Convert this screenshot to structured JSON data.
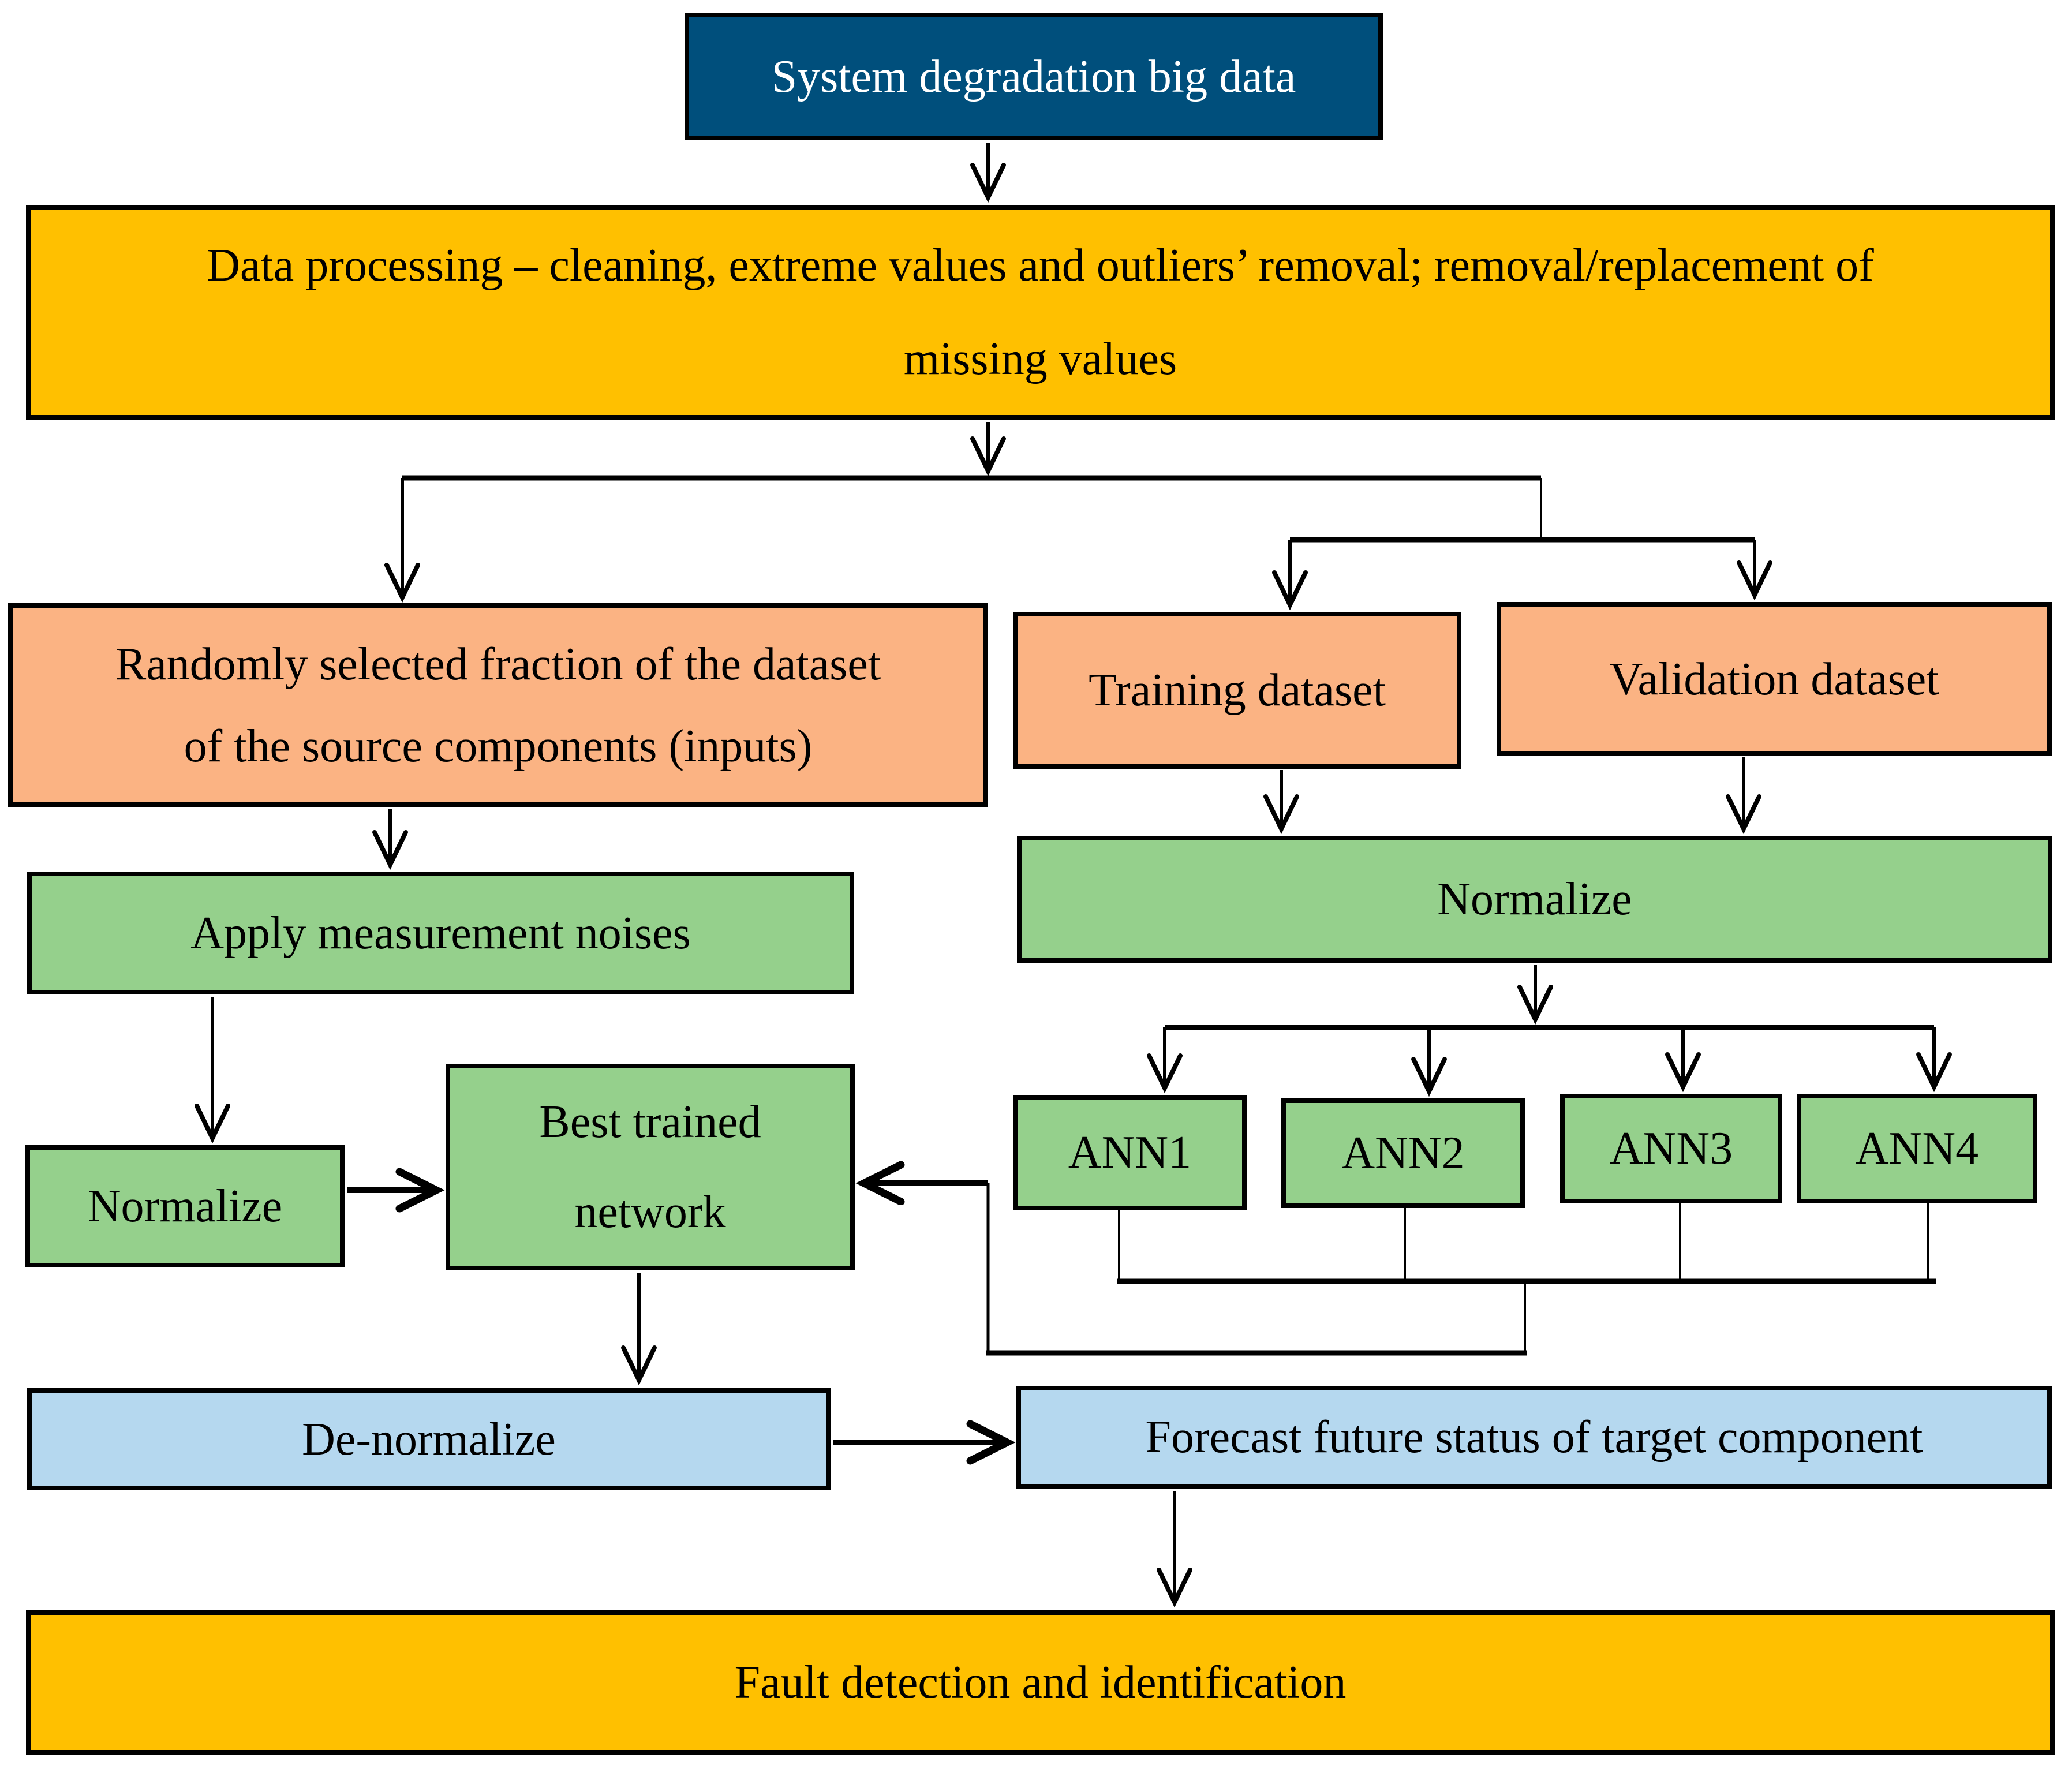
{
  "figure": {
    "type": "flowchart",
    "description": "ANN-based system degradation forecasting and fault detection workflow"
  },
  "colors": {
    "dark_blue": "#004F7C",
    "yellow": "#FFC000",
    "orange": "#FBB383",
    "green": "#95D08C",
    "light_blue": "#B5D8EF",
    "border": "#000000"
  },
  "nodes": {
    "system_degradation": {
      "label": "System degradation big data"
    },
    "data_processing": {
      "lines": [
        "Data processing – cleaning, extreme values and outliers’ removal; removal/replacement of",
        "missing values"
      ]
    },
    "random_fraction": {
      "lines": [
        "Randomly selected fraction of the dataset",
        "of the source components (inputs)"
      ]
    },
    "training_dataset": {
      "label": "Training dataset"
    },
    "validation_dataset": {
      "label": "Validation dataset"
    },
    "apply_noises": {
      "label": "Apply measurement noises"
    },
    "normalize_right": {
      "label": "Normalize"
    },
    "normalize_left": {
      "label": "Normalize"
    },
    "best_trained": {
      "lines": [
        "Best trained",
        "network"
      ]
    },
    "ann1": {
      "label": "ANN1"
    },
    "ann2": {
      "label": "ANN2"
    },
    "ann3": {
      "label": "ANN3"
    },
    "ann4": {
      "label": "ANN4"
    },
    "de_normalize": {
      "label": "De-normalize"
    },
    "forecast": {
      "label": "Forecast future status of target component"
    },
    "fault_detection": {
      "label": "Fault detection and identification"
    }
  }
}
